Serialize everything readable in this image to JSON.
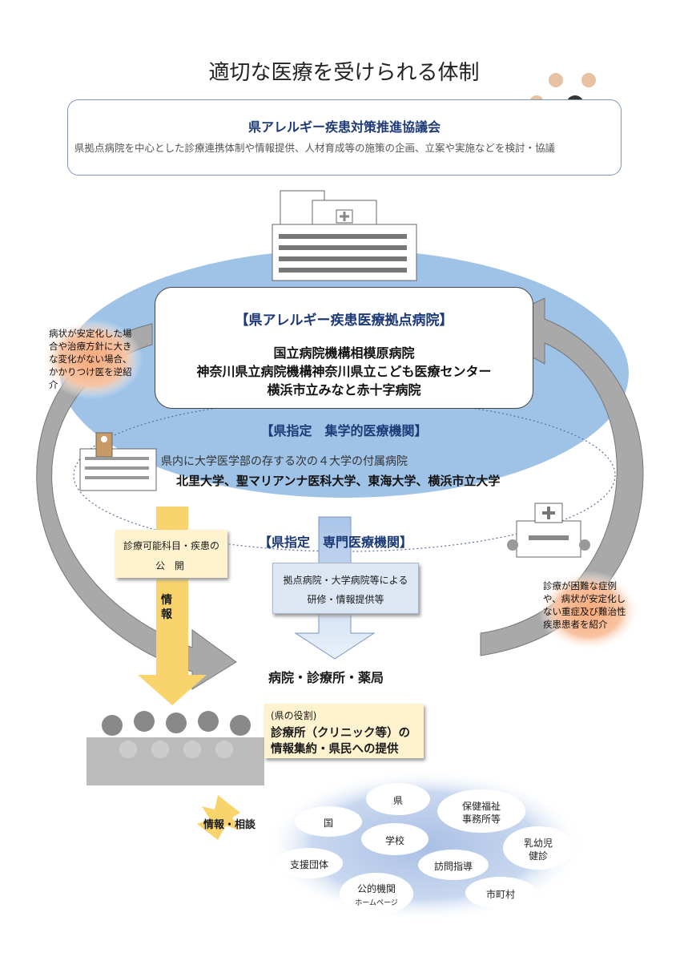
{
  "page_title": "適切な医療を受けられる体制",
  "council": {
    "title": "県アレルギー疾患対策推進協議会",
    "description": "県拠点病院を中心とした診療連携体制や情報提供、人材育成等の施策の企画、立案や実施などを検討・協議"
  },
  "hub": {
    "title": "【県アレルギー疾患医療拠点病院】",
    "hospitals": [
      "国立病院機構相模原病院",
      "神奈川県立病院機構神奈川県立こども医療センター",
      "横浜市立みなと赤十字病院"
    ]
  },
  "university": {
    "title": "【県指定　集学的医療機関】",
    "description": "県内に大学医学部の存する次の４大学の付属病院",
    "list": "北里大学、聖マリアンナ医科大学、東海大学、横浜市立大学"
  },
  "specialist": {
    "title": "【県指定　専門医療機関】"
  },
  "notes": {
    "left": "病状が安定化した場合や治療方針に大きな変化がない場合、かかりつけ医を逆紹介",
    "right": "診療が困難な症例や、病状が安定化しない重症及び難治性疾患患者を紹介"
  },
  "disclose": {
    "line1": "診療可能科目・疾患の",
    "line2": "公 開"
  },
  "info_label": "情報",
  "training": {
    "line1": "拠点病院・大学病院等による",
    "line2": "研修・情報提供等"
  },
  "facilities": "病院・診療所・薬局",
  "role": {
    "line1": "(県の役割)",
    "line2": "診療所（クリニック等）の",
    "line3": "情報集約・県民への提供"
  },
  "consult_label": "情報・相談",
  "bubbles": {
    "prefecture": "県",
    "health_office_1": "保健福祉",
    "health_office_2": "事務所等",
    "nation": "国",
    "school": "学校",
    "infant_1": "乳幼児",
    "infant_2": "健診",
    "support": "支援団体",
    "visit": "訪問指導",
    "public_1": "公的機関",
    "public_2": "ホームページ",
    "city": "市町村"
  },
  "colors": {
    "title_blue": "#1d3a78",
    "ellipse_blue": "#9fc3e7",
    "arrow_gray": "#a9a9a9",
    "arrow_yellow": "#f9d46d",
    "note_orange": "#f6a879",
    "box_cream": "#fff3cf",
    "box_lightblue": "#dde6f3"
  },
  "icons": [
    "hospital-building-icon",
    "university-building-icon",
    "clinic-building-icon",
    "doctors-group-icon",
    "citizens-group-icon"
  ]
}
